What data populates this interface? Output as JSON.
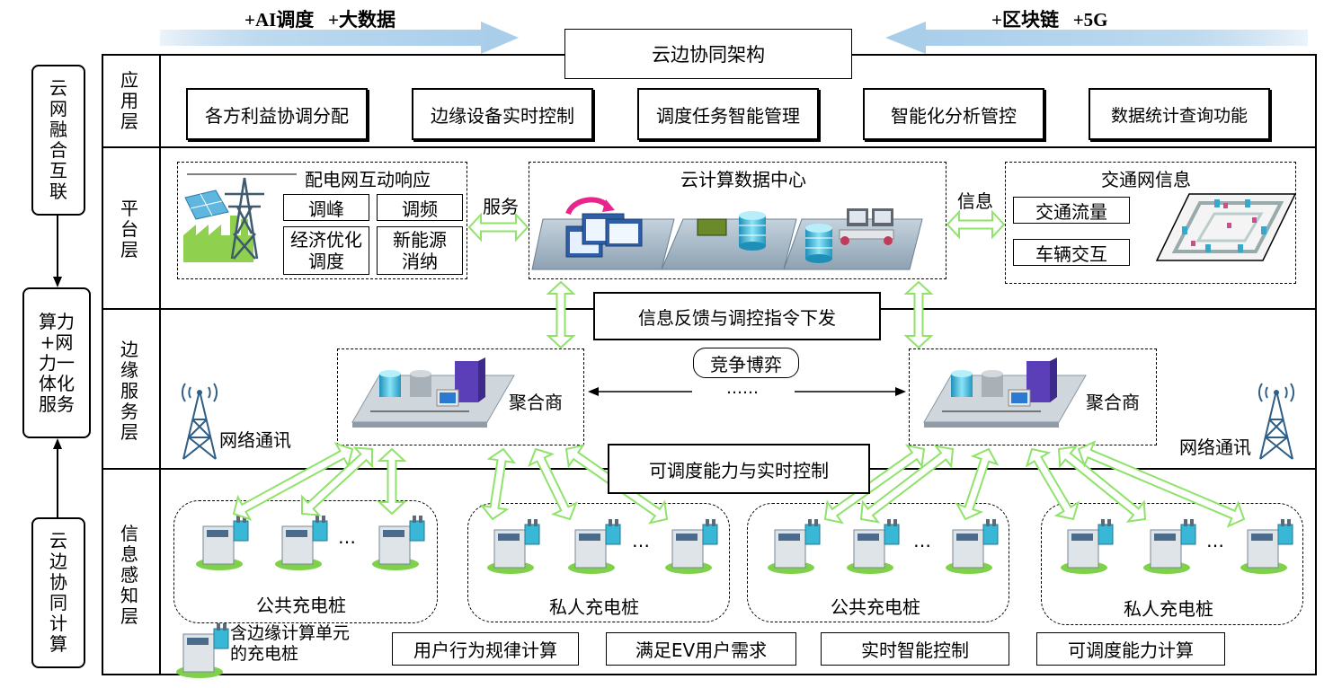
{
  "banner": {
    "left_text": "+AI调度   +大数据",
    "right_text": "+区块链   +5G",
    "title": "云边协同架构"
  },
  "left_column": {
    "top": "云网融合互联",
    "middle": "算力+网力一体化服务",
    "bottom": "云边协同计算"
  },
  "layers": {
    "application": "应用层",
    "platform": "平台层",
    "edge": "边缘服务层",
    "perception": "信息感知层"
  },
  "application": {
    "items": [
      "各方利益协调分配",
      "边缘设备实时控制",
      "调度任务智能管理",
      "智能化分析管控",
      "数据统计查询功能"
    ]
  },
  "platform": {
    "grid": {
      "title": "配电网互动响应",
      "items": [
        "调峰",
        "调频",
        "经济优化调度",
        "新能源消纳"
      ]
    },
    "service_label": "服务",
    "cloud_title": "云计算数据中心",
    "info_label": "信息",
    "traffic": {
      "title": "交通网信息",
      "items": [
        "交通流量",
        "车辆交互"
      ]
    }
  },
  "edge": {
    "feedback": "信息反馈与调控指令下发",
    "compete": "竞争博弈",
    "dots": "……",
    "aggregator_left": "聚合商",
    "aggregator_right": "聚合商",
    "network_left": "网络通讯",
    "network_right": "网络通讯",
    "control": "可调度能力与实时控制"
  },
  "perception": {
    "groups": [
      "公共充电桩",
      "私人充电桩",
      "公共充电桩",
      "私人充电桩"
    ],
    "ellipsis": "…",
    "legend": "含边缘计算单元的充电桩",
    "bottom_items": [
      "用户行为规律计算",
      "满足EV用户需求",
      "实时智能控制",
      "可调度能力计算"
    ]
  },
  "colors": {
    "banner_arrow": "#bcd9ee",
    "green_arrow": "#8fe26a",
    "pink_arrow": "#e8258a",
    "server_blue": "#39b7d6"
  }
}
